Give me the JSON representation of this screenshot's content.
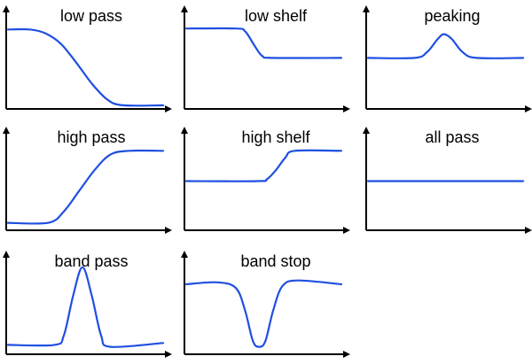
{
  "filters": [
    {
      "id": "low-pass",
      "title": "low pass",
      "curve": [
        [
          0,
          0.82
        ],
        [
          0.14,
          0.82
        ],
        [
          0.24,
          0.78
        ],
        [
          0.34,
          0.67
        ],
        [
          0.44,
          0.47
        ],
        [
          0.54,
          0.25
        ],
        [
          0.64,
          0.08
        ],
        [
          0.74,
          0.02
        ],
        [
          1.0,
          0.02
        ]
      ]
    },
    {
      "id": "low-shelf",
      "title": "low shelf",
      "curve": [
        [
          0,
          0.83
        ],
        [
          0.32,
          0.83
        ],
        [
          0.38,
          0.8
        ],
        [
          0.44,
          0.65
        ],
        [
          0.49,
          0.54
        ],
        [
          0.56,
          0.52
        ],
        [
          1.0,
          0.52
        ]
      ]
    },
    {
      "id": "peaking",
      "title": "peaking",
      "curve": [
        [
          0,
          0.52
        ],
        [
          0.3,
          0.52
        ],
        [
          0.38,
          0.58
        ],
        [
          0.45,
          0.72
        ],
        [
          0.49,
          0.77
        ],
        [
          0.54,
          0.72
        ],
        [
          0.61,
          0.58
        ],
        [
          0.7,
          0.52
        ],
        [
          1.0,
          0.52
        ]
      ]
    },
    {
      "id": "high-pass",
      "title": "high pass",
      "curve": [
        [
          0,
          0.06
        ],
        [
          0.26,
          0.06
        ],
        [
          0.36,
          0.18
        ],
        [
          0.46,
          0.4
        ],
        [
          0.56,
          0.62
        ],
        [
          0.66,
          0.78
        ],
        [
          0.78,
          0.82
        ],
        [
          1.0,
          0.82
        ]
      ]
    },
    {
      "id": "high-shelf",
      "title": "high shelf",
      "curve": [
        [
          0,
          0.5
        ],
        [
          0.46,
          0.5
        ],
        [
          0.52,
          0.52
        ],
        [
          0.58,
          0.62
        ],
        [
          0.64,
          0.75
        ],
        [
          0.7,
          0.82
        ],
        [
          1.0,
          0.82
        ]
      ]
    },
    {
      "id": "all-pass",
      "title": "all pass",
      "curve": [
        [
          0,
          0.5
        ],
        [
          1.0,
          0.5
        ]
      ]
    },
    {
      "id": "band-pass",
      "title": "band pass",
      "curve": [
        [
          0,
          0.08
        ],
        [
          0.3,
          0.08
        ],
        [
          0.36,
          0.18
        ],
        [
          0.42,
          0.6
        ],
        [
          0.48,
          0.9
        ],
        [
          0.54,
          0.6
        ],
        [
          0.6,
          0.18
        ],
        [
          0.66,
          0.06
        ],
        [
          1.0,
          0.1
        ]
      ]
    },
    {
      "id": "band-stop",
      "title": "band stop",
      "curve": [
        [
          0,
          0.72
        ],
        [
          0.2,
          0.74
        ],
        [
          0.32,
          0.68
        ],
        [
          0.38,
          0.44
        ],
        [
          0.43,
          0.12
        ],
        [
          0.47,
          0.06
        ],
        [
          0.51,
          0.12
        ],
        [
          0.56,
          0.44
        ],
        [
          0.62,
          0.7
        ],
        [
          0.72,
          0.76
        ],
        [
          1.0,
          0.72
        ]
      ]
    }
  ],
  "colors": {
    "curve": "#1f4fe0",
    "axis": "#000000"
  }
}
